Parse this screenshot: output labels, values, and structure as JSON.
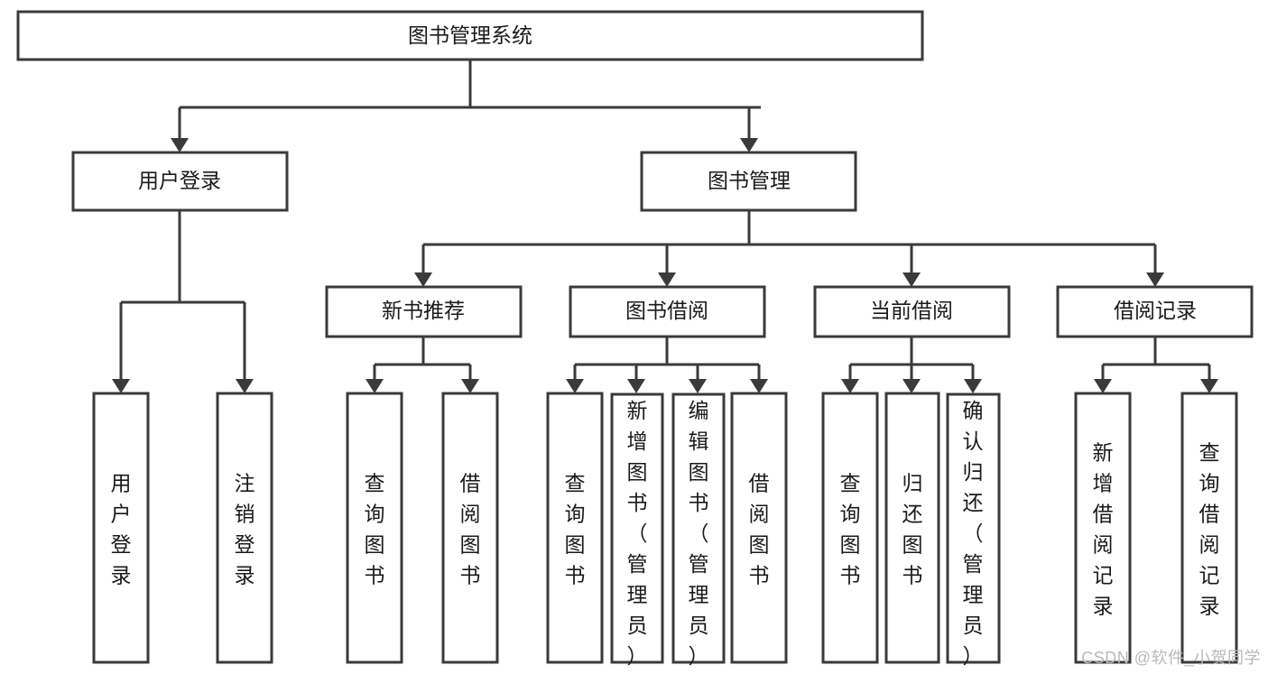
{
  "diagram": {
    "type": "tree-hierarchy",
    "title": "图书管理系统",
    "watermark": "CSDN @软件_小贺同学",
    "colors": {
      "stroke": "#3a3a3a",
      "fill": "#ffffff",
      "text": "#1a1a1a",
      "watermark": "#b9b9b9"
    },
    "levels": [
      {
        "level": 1,
        "nodes": [
          {
            "id": "root",
            "label": "图书管理系统",
            "orientation": "horizontal"
          }
        ]
      },
      {
        "level": 2,
        "nodes": [
          {
            "id": "login",
            "label": "用户登录",
            "orientation": "horizontal",
            "parent": "root"
          },
          {
            "id": "bookmgmt",
            "label": "图书管理",
            "orientation": "horizontal",
            "parent": "root"
          }
        ]
      },
      {
        "level": 3,
        "nodes": [
          {
            "id": "newbook",
            "label": "新书推荐",
            "orientation": "horizontal",
            "parent": "bookmgmt"
          },
          {
            "id": "borrow",
            "label": "图书借阅",
            "orientation": "horizontal",
            "parent": "bookmgmt"
          },
          {
            "id": "current",
            "label": "当前借阅",
            "orientation": "horizontal",
            "parent": "bookmgmt"
          },
          {
            "id": "records",
            "label": "借阅记录",
            "orientation": "horizontal",
            "parent": "bookmgmt"
          }
        ]
      },
      {
        "level": 4,
        "nodes": [
          {
            "id": "leaf1",
            "label": "用户登录",
            "orientation": "vertical",
            "parent": "login"
          },
          {
            "id": "leaf2",
            "label": "注销登录",
            "orientation": "vertical",
            "parent": "login"
          },
          {
            "id": "leaf3",
            "label": "查询图书",
            "orientation": "vertical",
            "parent": "newbook"
          },
          {
            "id": "leaf4",
            "label": "借阅图书",
            "orientation": "vertical",
            "parent": "newbook"
          },
          {
            "id": "leaf5",
            "label": "查询图书",
            "orientation": "vertical",
            "parent": "borrow"
          },
          {
            "id": "leaf6",
            "label": "新增图书（管理员）",
            "orientation": "vertical",
            "parent": "borrow"
          },
          {
            "id": "leaf7",
            "label": "编辑图书（管理员）",
            "orientation": "vertical",
            "parent": "borrow"
          },
          {
            "id": "leaf8",
            "label": "借阅图书",
            "orientation": "vertical",
            "parent": "borrow"
          },
          {
            "id": "leaf9",
            "label": "查询图书",
            "orientation": "vertical",
            "parent": "current"
          },
          {
            "id": "leaf10",
            "label": "归还图书",
            "orientation": "vertical",
            "parent": "current"
          },
          {
            "id": "leaf11",
            "label": "确认归还（管理员）",
            "orientation": "vertical",
            "parent": "current"
          },
          {
            "id": "leaf12",
            "label": "新增借阅记录",
            "orientation": "vertical",
            "parent": "records"
          },
          {
            "id": "leaf13",
            "label": "查询借阅记录",
            "orientation": "vertical",
            "parent": "records"
          }
        ]
      }
    ]
  }
}
